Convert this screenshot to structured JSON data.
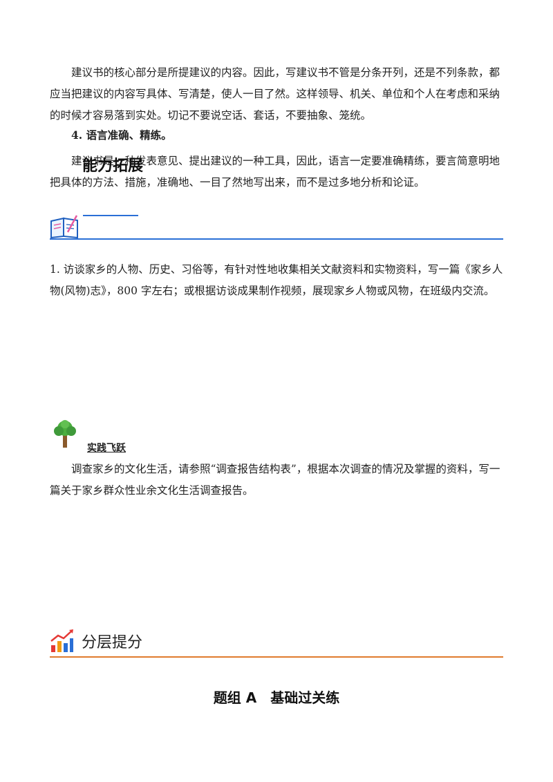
{
  "paragraphs": {
    "core": "建议书的核心部分是所提建议的内容。因此，写建议书不管是分条开列，还是不列条款，都应当把建议的内容写具体、写清楚，使人一目了然。这样领导、机关、单位和个人在考虑和采纳的时候才容易落到实处。切记不要说空话、套话，不要抽象、笼统。",
    "heading4": "4. 语言准确、精练。",
    "language": "建议书是一种发表意见、提出建议的一种工具，因此，语言一定要准确精练，要言简意明地把具体的方法、措施，准确地、一目了然地写出来，而不是过多地分析和论证。"
  },
  "sections": {
    "ability": {
      "title": "能力拓展",
      "item1": "1. 访谈家乡的人物、历史、习俗等，有针对性地收集相关文献资料和实物资料，写一篇《家乡人物(风物)志》，800 字左右；或根据访谈成果制作视频，展现家乡人物或风物，在班级内交流。"
    },
    "practice": {
      "title": "实践飞跃",
      "text": "调查家乡的文化生活，请参照“调查报告结构表”，根据本次调查的情况及掌握的资料，写一篇关于家乡群众性业余文化生活调查报告。"
    },
    "layer": {
      "title": "分层提分",
      "group": "题组 A　基础过关练"
    }
  },
  "colors": {
    "blue": "#2a6fd6",
    "orange": "#e07a2c",
    "green": "#3f9a3a"
  },
  "icons": [
    "book-pen-icon",
    "tree-icon",
    "growth-chart-icon"
  ]
}
